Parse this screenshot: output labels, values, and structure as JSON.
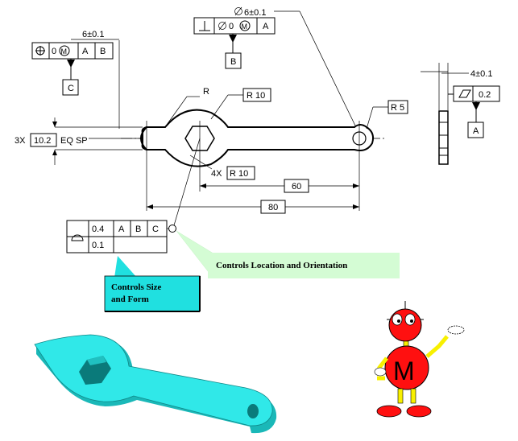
{
  "dimensions": {
    "pos_size_top": "6±0.1",
    "pos_size_center": "6±0.1",
    "thickness": "4±0.1",
    "eq_sp_prefix": "3X",
    "eq_sp_value": "10.2",
    "eq_sp_suffix": "EQ SP",
    "dim_60": "60",
    "dim_80": "80",
    "r_label": "R",
    "r10_label": "R 10",
    "r5_label": "R 5",
    "r10_4x_prefix": "4X",
    "r10_4x_value": "R 10"
  },
  "fcf_left": {
    "tol": "0",
    "mod": "M",
    "ref_a": "A",
    "ref_b": "B"
  },
  "fcf_center": {
    "tol": "0",
    "mod": "M",
    "ref_a": "A"
  },
  "fcf_flat": {
    "tol": "0.2"
  },
  "fcf_profile": {
    "tol1": "0.4",
    "ref_a": "A",
    "ref_b": "B",
    "ref_c": "C",
    "tol2": "0.1"
  },
  "datums": {
    "b": "B",
    "c": "C",
    "a": "A"
  },
  "callouts": {
    "location": "Controls Location and Orientation",
    "size_form_line1": "Controls Size",
    "size_form_line2": "and Form"
  },
  "mascot": {
    "letter": "M"
  },
  "colors": {
    "cyan": "#20e0e0",
    "green_note": "#d4fcd4",
    "mascot_red": "#ff1010",
    "mascot_yellow": "#f8f000"
  }
}
